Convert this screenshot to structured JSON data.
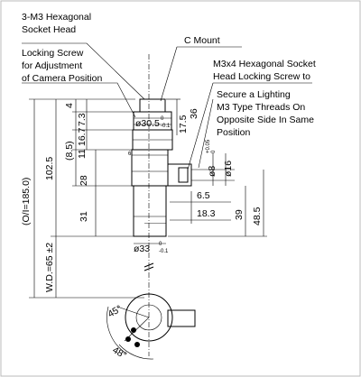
{
  "callouts": {
    "hex_head_line1": "3-M3 Hexagonal",
    "hex_head_line2": "Socket Head",
    "c_mount": "C Mount",
    "locking_line1": "Locking Screw",
    "locking_line2": "for Adjustment",
    "locking_line3": "of Camera Position",
    "m3x4_line1": "M3x4 Hexagonal Socket",
    "m3x4_line2": "Head Locking Screw to",
    "lighting_line1": "Secure a Lighting",
    "lighting_line2": "M3 Type Threads On",
    "lighting_line3": "Opposite Side In Same",
    "lighting_line4": "Position"
  },
  "dimensions": {
    "overall": "(O/I=185.0)",
    "body_length": "102.5",
    "working_distance": "W.D.=65 ±2",
    "d4": "4",
    "d7_3": "7.3",
    "d8_5": "(8.5)",
    "d11": "11",
    "d16_7": "16.7",
    "d28": "28",
    "d31": "31",
    "dia30_main": "ø30.5",
    "dia30_tol_top": "0",
    "dia30_tol_bot": "-0.1",
    "d17_5": "17.5",
    "d36": "36",
    "dia8_main": "ø8",
    "dia8_tol_top": "+0.05",
    "dia8_tol_bot": "0",
    "dia16": "ø16",
    "d6_5": "6.5",
    "d18_3": "18.3",
    "d39": "39",
    "d48_5": "48.5",
    "dia33_main": "ø33",
    "dia33_tol_top": "0",
    "dia33_tol_bot": "-0.1",
    "angle45": "45°",
    "angle48": "48°"
  }
}
